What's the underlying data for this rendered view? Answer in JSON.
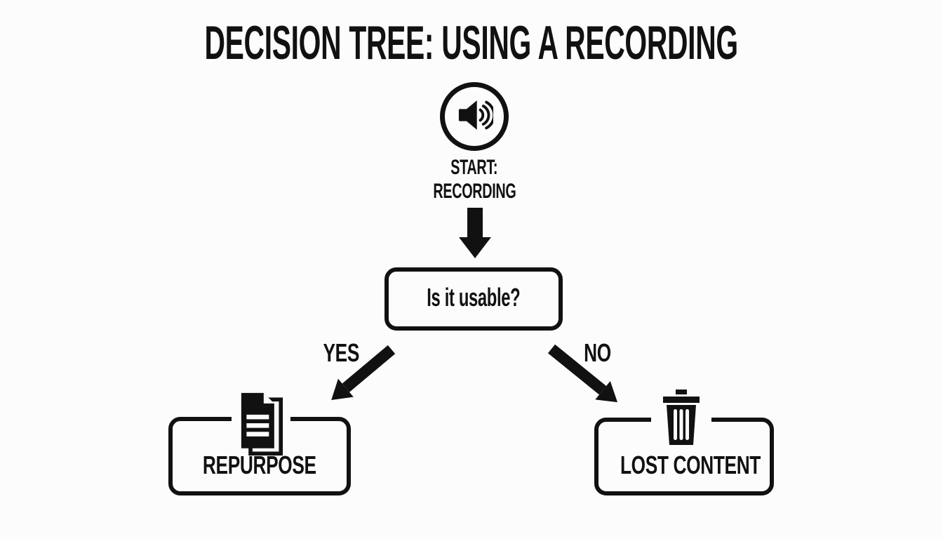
{
  "page": {
    "background_color": "#fcfcfc",
    "ink_color": "#111111"
  },
  "title": "DECISION TREE: USING A RECORDING",
  "flow": {
    "start": {
      "icon": "speaker-volume-icon",
      "label_line1": "START:",
      "label_line2": "RECORDING"
    },
    "decision": {
      "label": "Is it usable?"
    },
    "branch_yes": {
      "label": "YES"
    },
    "branch_no": {
      "label": "NO"
    },
    "outcome_yes": {
      "icon": "documents-icon",
      "label": "REPURPOSE"
    },
    "outcome_no": {
      "icon": "trash-icon",
      "label": "LOST CONTENT"
    }
  }
}
